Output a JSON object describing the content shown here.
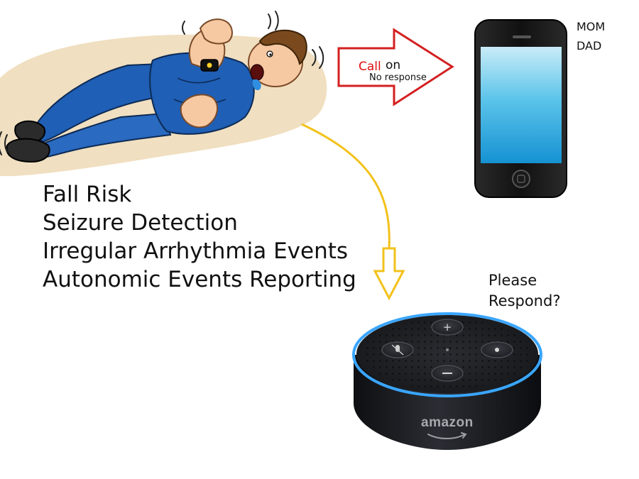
{
  "risk_list": [
    "Fall Risk",
    "Seizure Detection",
    "Irregular Arrhythmia Events",
    "Autonomic Events Reporting"
  ],
  "call_arrow": {
    "call_word": "Call",
    "on_word": "on",
    "status": "No response"
  },
  "phone_contacts": [
    "MOM",
    "DAD"
  ],
  "speaker": {
    "prompt_line1": "Please",
    "prompt_line2": "Respond?",
    "brand": "amazon"
  },
  "colors": {
    "call_arrow_outline": "#d42020",
    "call_text": "#e01010",
    "speaker_arrow": "#f2c21b",
    "shirt_blue": "#1f5fb5",
    "ring_blue": "#3aa6ff",
    "speaker_body": "#1b1d21",
    "floor_beige": "#f0dfc0"
  }
}
